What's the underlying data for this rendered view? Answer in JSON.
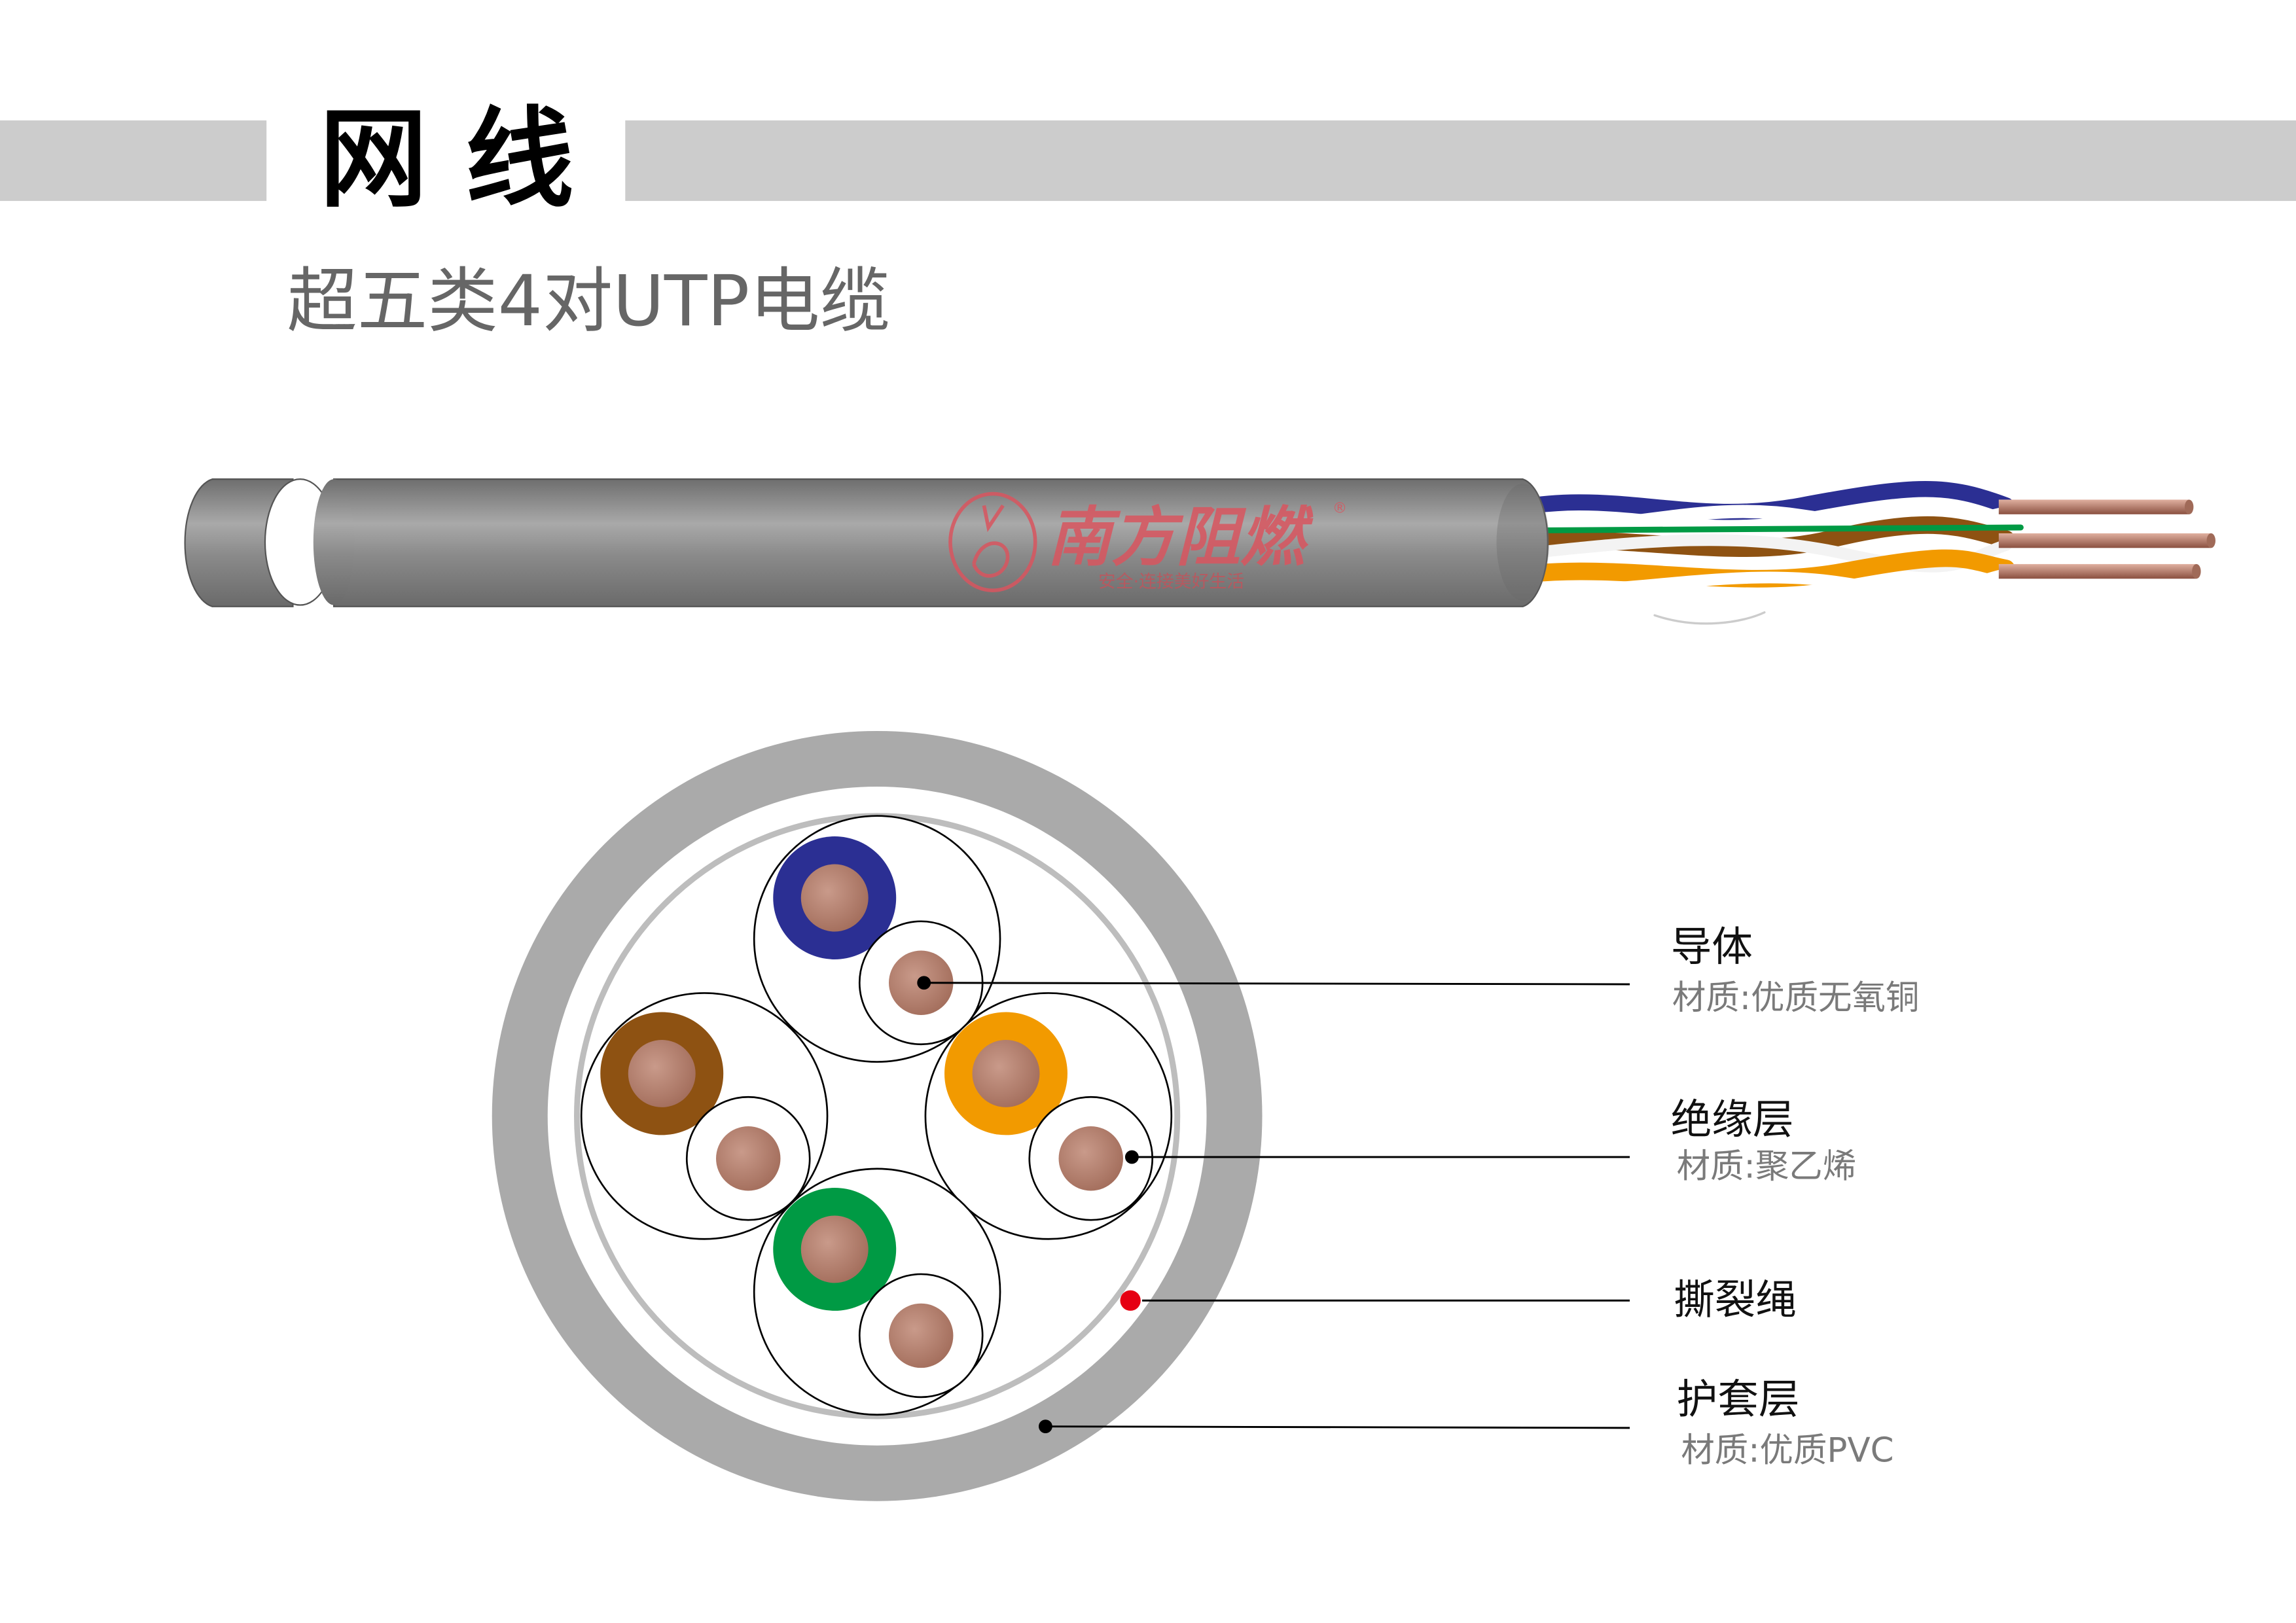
{
  "header": {
    "title": "网 线",
    "subtitle": "超五类4对UTP电缆"
  },
  "logo": {
    "brand": "南方阻燃",
    "slogan": "安全·连接美好生活",
    "registered": "®"
  },
  "colors": {
    "band": "#cccccc",
    "jacket": "#aaaaaa",
    "blue": "#2b2f93",
    "brown": "#8e5212",
    "orange": "#f29a00",
    "green": "#009a44",
    "copper": "#b88070",
    "ripcord": "#e60012",
    "logo_red": "#d9555f"
  },
  "labels": [
    {
      "title": "导体",
      "material": "材质:优质无氧铜"
    },
    {
      "title": "绝缘层",
      "material": "材质:聚乙烯"
    },
    {
      "title": "撕裂绳",
      "material": ""
    },
    {
      "title": "护套层",
      "material": "材质:优质PVC"
    }
  ]
}
